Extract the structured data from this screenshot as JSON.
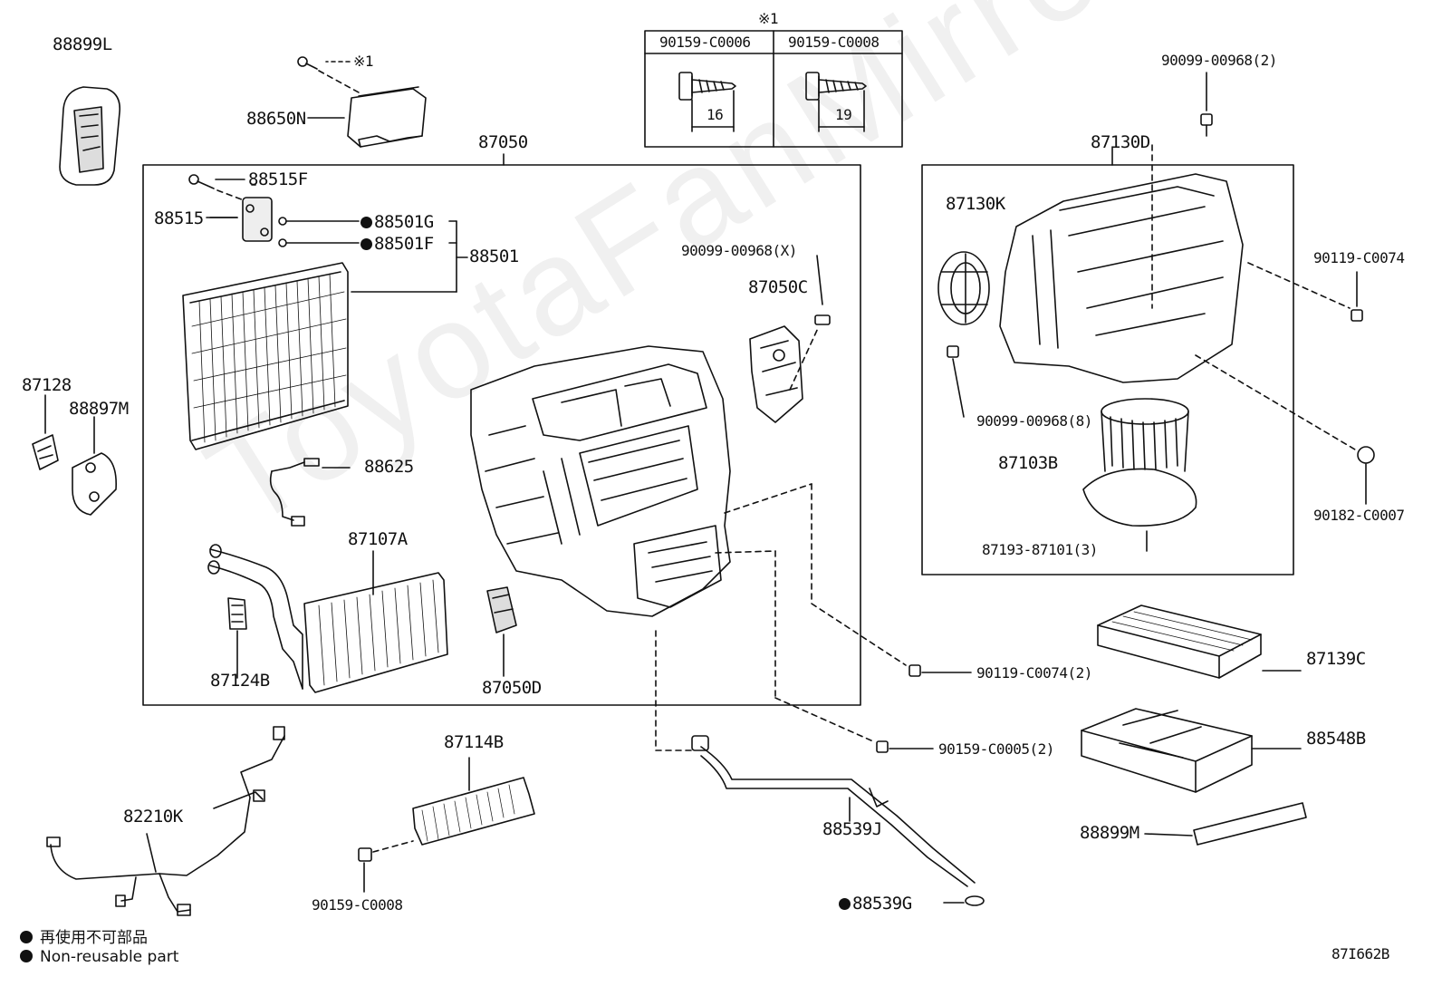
{
  "watermark": "ToyotaFanMirror.ru",
  "code": "87I662B",
  "legend": {
    "jp": "再使用不可部品",
    "en": "Non-reusable part"
  },
  "note_mark": "※1",
  "table": {
    "mark": "※1",
    "col1": "90159-C0006",
    "col2": "90159-C0008",
    "dim1": "16",
    "dim2": "19"
  },
  "labels": {
    "l88899L": "88899L",
    "l88650N": "88650N",
    "l87050": "87050",
    "l88515F": "88515F",
    "l88515": "88515",
    "l88501G": "88501G",
    "l88501F": "88501F",
    "l88501": "88501",
    "l90099x": "90099-00968(X)",
    "l87050C": "87050C",
    "l87128": "87128",
    "l88897M": "88897M",
    "l88625": "88625",
    "l87107A": "87107A",
    "l87124B": "87124B",
    "l87050D": "87050D",
    "l90099_2": "90099-00968(2)",
    "l87130D": "87130D",
    "l87130K": "87130K",
    "l90119a": "90119-C0074",
    "l90099_8": "90099-00968(8)",
    "l87103B": "87103B",
    "l90182": "90182-C0007",
    "l87193": "87193-87101(3)",
    "l87139C": "87139C",
    "l90119b": "90119-C0074(2)",
    "l88548B": "88548B",
    "l90159c5": "90159-C0005(2)",
    "l88899M": "88899M",
    "l87114B": "87114B",
    "l82210K": "82210K",
    "l90159c8": "90159-C0008",
    "l88539J": "88539J",
    "l88539G": "88539G"
  }
}
